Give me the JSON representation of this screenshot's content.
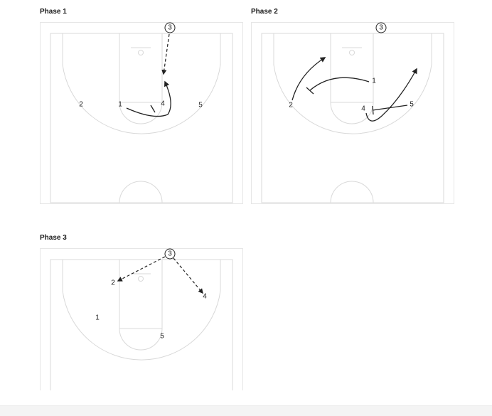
{
  "phases": [
    {
      "title": "Phase 1",
      "players": {
        "p1": "1",
        "p2": "2",
        "p3": "3",
        "p4": "4",
        "p5": "5"
      }
    },
    {
      "title": "Phase 2",
      "players": {
        "p1": "1",
        "p2": "2",
        "p3": "3",
        "p4": "4",
        "p5": "5"
      }
    },
    {
      "title": "Phase 3",
      "players": {
        "p1": "1",
        "p2": "2",
        "p3": "3",
        "p4": "4",
        "p5": "5"
      }
    }
  ]
}
